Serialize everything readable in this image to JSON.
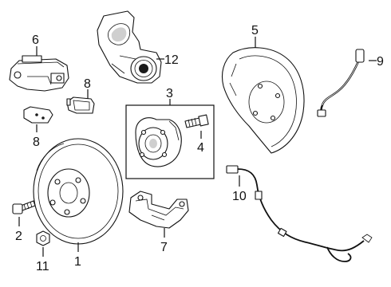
{
  "callouts": {
    "c1": "1",
    "c2": "2",
    "c3": "3",
    "c4": "4",
    "c5": "5",
    "c6": "6",
    "c7": "7",
    "c8a": "8",
    "c8b": "8",
    "c9": "9",
    "c10": "10",
    "c11": "11",
    "c12": "12"
  },
  "parts": [
    {
      "id": "brake-rotor",
      "callout": "1"
    },
    {
      "id": "caliper-bolt",
      "callout": "2"
    },
    {
      "id": "hub-bearing-assembly",
      "callout": "3"
    },
    {
      "id": "hub-bolt",
      "callout": "4"
    },
    {
      "id": "splash-shield",
      "callout": "5"
    },
    {
      "id": "brake-caliper",
      "callout": "6"
    },
    {
      "id": "caliper-support-bracket",
      "callout": "7"
    },
    {
      "id": "brake-pads",
      "callout": "8"
    },
    {
      "id": "brake-hose",
      "callout": "9"
    },
    {
      "id": "abs-sensor-harness",
      "callout": "10"
    },
    {
      "id": "hub-nut",
      "callout": "11"
    },
    {
      "id": "knuckle-mount",
      "callout": "12"
    }
  ]
}
